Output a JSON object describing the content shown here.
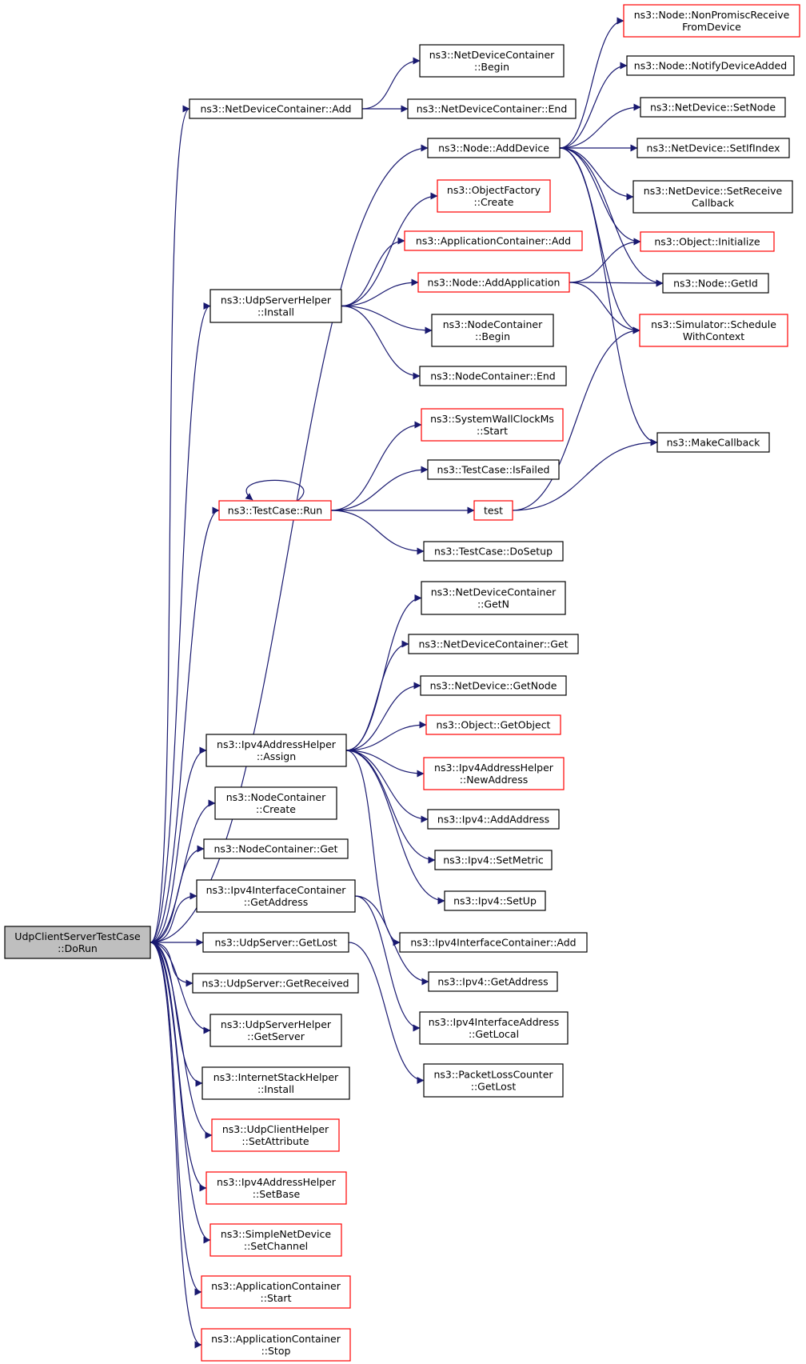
{
  "colors": {
    "edge": "#191970",
    "border_plain": "#000000",
    "border_linked": "#ff0000",
    "root_fill": "#bfbfbf",
    "node_fill": "#ffffff"
  },
  "nodes": [
    {
      "id": "root",
      "lines": [
        "UdpClientServerTestCase",
        "::DoRun"
      ],
      "style": "root"
    },
    {
      "id": "ndc_add",
      "lines": [
        "ns3::NetDeviceContainer::Add"
      ],
      "style": "plain"
    },
    {
      "id": "ndc_begin",
      "lines": [
        "ns3::NetDeviceContainer",
        "::Begin"
      ],
      "style": "plain"
    },
    {
      "id": "ndc_end",
      "lines": [
        "ns3::NetDeviceContainer::End"
      ],
      "style": "plain"
    },
    {
      "id": "node_adddevice",
      "lines": [
        "ns3::Node::AddDevice"
      ],
      "style": "plain"
    },
    {
      "id": "node_nonpromisc",
      "lines": [
        "ns3::Node::NonPromiscReceive",
        "FromDevice"
      ],
      "style": "linked"
    },
    {
      "id": "node_notify",
      "lines": [
        "ns3::Node::NotifyDeviceAdded"
      ],
      "style": "plain"
    },
    {
      "id": "nd_setnode",
      "lines": [
        "ns3::NetDevice::SetNode"
      ],
      "style": "plain"
    },
    {
      "id": "nd_setifindex",
      "lines": [
        "ns3::NetDevice::SetIfIndex"
      ],
      "style": "plain"
    },
    {
      "id": "nd_setreceive",
      "lines": [
        "ns3::NetDevice::SetReceive",
        "Callback"
      ],
      "style": "plain"
    },
    {
      "id": "obj_initialize",
      "lines": [
        "ns3::Object::Initialize"
      ],
      "style": "linked"
    },
    {
      "id": "node_getid",
      "lines": [
        "ns3::Node::GetId"
      ],
      "style": "plain"
    },
    {
      "id": "sim_schedule",
      "lines": [
        "ns3::Simulator::Schedule",
        "WithContext"
      ],
      "style": "linked"
    },
    {
      "id": "objfactory_create",
      "lines": [
        "ns3::ObjectFactory",
        "::Create"
      ],
      "style": "linked"
    },
    {
      "id": "appcont_add",
      "lines": [
        "ns3::ApplicationContainer::Add"
      ],
      "style": "linked"
    },
    {
      "id": "node_addapp",
      "lines": [
        "ns3::Node::AddApplication"
      ],
      "style": "linked"
    },
    {
      "id": "udpserverhelper_install",
      "lines": [
        "ns3::UdpServerHelper",
        "::Install"
      ],
      "style": "plain"
    },
    {
      "id": "nodecont_begin",
      "lines": [
        "ns3::NodeContainer",
        "::Begin"
      ],
      "style": "plain"
    },
    {
      "id": "nodecont_end",
      "lines": [
        "ns3::NodeContainer::End"
      ],
      "style": "plain"
    },
    {
      "id": "swc_start",
      "lines": [
        "ns3::SystemWallClockMs",
        "::Start"
      ],
      "style": "linked"
    },
    {
      "id": "tc_isfailed",
      "lines": [
        "ns3::TestCase::IsFailed"
      ],
      "style": "plain"
    },
    {
      "id": "tc_run",
      "lines": [
        "ns3::TestCase::Run"
      ],
      "style": "linked"
    },
    {
      "id": "test",
      "lines": [
        "test"
      ],
      "style": "linked"
    },
    {
      "id": "makecallback",
      "lines": [
        "ns3::MakeCallback"
      ],
      "style": "plain"
    },
    {
      "id": "tc_dosetup",
      "lines": [
        "ns3::TestCase::DoSetup"
      ],
      "style": "plain"
    },
    {
      "id": "ndc_getn",
      "lines": [
        "ns3::NetDeviceContainer",
        "::GetN"
      ],
      "style": "plain"
    },
    {
      "id": "ndc_get",
      "lines": [
        "ns3::NetDeviceContainer::Get"
      ],
      "style": "plain"
    },
    {
      "id": "nd_getnode",
      "lines": [
        "ns3::NetDevice::GetNode"
      ],
      "style": "plain"
    },
    {
      "id": "obj_getobject",
      "lines": [
        "ns3::Object::GetObject"
      ],
      "style": "linked"
    },
    {
      "id": "ipv4ah_assign",
      "lines": [
        "ns3::Ipv4AddressHelper",
        "::Assign"
      ],
      "style": "plain"
    },
    {
      "id": "ipv4ah_newaddress",
      "lines": [
        "ns3::Ipv4AddressHelper",
        "::NewAddress"
      ],
      "style": "linked"
    },
    {
      "id": "ipv4_addaddress",
      "lines": [
        "ns3::Ipv4::AddAddress"
      ],
      "style": "plain"
    },
    {
      "id": "nodecont_create",
      "lines": [
        "ns3::NodeContainer",
        "::Create"
      ],
      "style": "plain"
    },
    {
      "id": "ipv4_setmetric",
      "lines": [
        "ns3::Ipv4::SetMetric"
      ],
      "style": "plain"
    },
    {
      "id": "nodecont_get",
      "lines": [
        "ns3::NodeContainer::Get"
      ],
      "style": "plain"
    },
    {
      "id": "ipv4_setup",
      "lines": [
        "ns3::Ipv4::SetUp"
      ],
      "style": "plain"
    },
    {
      "id": "ipv4ic_getaddress",
      "lines": [
        "ns3::Ipv4InterfaceContainer",
        "::GetAddress"
      ],
      "style": "plain"
    },
    {
      "id": "ipv4ic_add",
      "lines": [
        "ns3::Ipv4InterfaceContainer::Add"
      ],
      "style": "plain"
    },
    {
      "id": "udpserver_getlost",
      "lines": [
        "ns3::UdpServer::GetLost"
      ],
      "style": "plain"
    },
    {
      "id": "ipv4_getaddress",
      "lines": [
        "ns3::Ipv4::GetAddress"
      ],
      "style": "plain"
    },
    {
      "id": "udpserver_getreceived",
      "lines": [
        "ns3::UdpServer::GetReceived"
      ],
      "style": "plain"
    },
    {
      "id": "ipv4ia_getlocal",
      "lines": [
        "ns3::Ipv4InterfaceAddress",
        "::GetLocal"
      ],
      "style": "plain"
    },
    {
      "id": "udpserverhelper_getserver",
      "lines": [
        "ns3::UdpServerHelper",
        "::GetServer"
      ],
      "style": "plain"
    },
    {
      "id": "plc_getlost",
      "lines": [
        "ns3::PacketLossCounter",
        "::GetLost"
      ],
      "style": "plain"
    },
    {
      "id": "ish_install",
      "lines": [
        "ns3::InternetStackHelper",
        "::Install"
      ],
      "style": "plain"
    },
    {
      "id": "udpclienthelper_setattr",
      "lines": [
        "ns3::UdpClientHelper",
        "::SetAttribute"
      ],
      "style": "linked"
    },
    {
      "id": "ipv4ah_setbase",
      "lines": [
        "ns3::Ipv4AddressHelper",
        "::SetBase"
      ],
      "style": "linked"
    },
    {
      "id": "snd_setchannel",
      "lines": [
        "ns3::SimpleNetDevice",
        "::SetChannel"
      ],
      "style": "linked"
    },
    {
      "id": "appcont_start",
      "lines": [
        "ns3::ApplicationContainer",
        "::Start"
      ],
      "style": "linked"
    },
    {
      "id": "appcont_stop",
      "lines": [
        "ns3::ApplicationContainer",
        "::Stop"
      ],
      "style": "linked"
    }
  ],
  "edges": [
    [
      "root",
      "ndc_add"
    ],
    [
      "root",
      "node_adddevice"
    ],
    [
      "root",
      "udpserverhelper_install"
    ],
    [
      "root",
      "tc_run"
    ],
    [
      "root",
      "ipv4ah_assign"
    ],
    [
      "root",
      "nodecont_create"
    ],
    [
      "root",
      "nodecont_get"
    ],
    [
      "root",
      "ipv4ic_getaddress"
    ],
    [
      "root",
      "udpserver_getlost"
    ],
    [
      "root",
      "udpserver_getreceived"
    ],
    [
      "root",
      "udpserverhelper_getserver"
    ],
    [
      "root",
      "ish_install"
    ],
    [
      "root",
      "udpclienthelper_setattr"
    ],
    [
      "root",
      "ipv4ah_setbase"
    ],
    [
      "root",
      "snd_setchannel"
    ],
    [
      "root",
      "appcont_start"
    ],
    [
      "root",
      "appcont_stop"
    ],
    [
      "ndc_add",
      "ndc_begin"
    ],
    [
      "ndc_add",
      "ndc_end"
    ],
    [
      "node_adddevice",
      "node_nonpromisc"
    ],
    [
      "node_adddevice",
      "node_notify"
    ],
    [
      "node_adddevice",
      "nd_setnode"
    ],
    [
      "node_adddevice",
      "nd_setifindex"
    ],
    [
      "node_adddevice",
      "nd_setreceive"
    ],
    [
      "node_adddevice",
      "obj_initialize"
    ],
    [
      "node_adddevice",
      "node_getid"
    ],
    [
      "node_adddevice",
      "sim_schedule"
    ],
    [
      "node_adddevice",
      "makecallback"
    ],
    [
      "udpserverhelper_install",
      "objfactory_create"
    ],
    [
      "udpserverhelper_install",
      "appcont_add"
    ],
    [
      "udpserverhelper_install",
      "node_addapp"
    ],
    [
      "udpserverhelper_install",
      "nodecont_begin"
    ],
    [
      "udpserverhelper_install",
      "nodecont_end"
    ],
    [
      "node_addapp",
      "obj_initialize"
    ],
    [
      "node_addapp",
      "node_getid"
    ],
    [
      "node_addapp",
      "sim_schedule"
    ],
    [
      "tc_run",
      "swc_start"
    ],
    [
      "tc_run",
      "tc_isfailed"
    ],
    [
      "tc_run",
      "test"
    ],
    [
      "tc_run",
      "tc_dosetup"
    ],
    [
      "tc_run",
      "tc_run"
    ],
    [
      "test",
      "sim_schedule"
    ],
    [
      "test",
      "makecallback"
    ],
    [
      "ipv4ah_assign",
      "ndc_getn"
    ],
    [
      "ipv4ah_assign",
      "ndc_get"
    ],
    [
      "ipv4ah_assign",
      "nd_getnode"
    ],
    [
      "ipv4ah_assign",
      "obj_getobject"
    ],
    [
      "ipv4ah_assign",
      "ipv4ah_newaddress"
    ],
    [
      "ipv4ah_assign",
      "ipv4_addaddress"
    ],
    [
      "ipv4ah_assign",
      "ipv4_setmetric"
    ],
    [
      "ipv4ah_assign",
      "ipv4_setup"
    ],
    [
      "ipv4ah_assign",
      "ipv4ic_add"
    ],
    [
      "ipv4ic_getaddress",
      "ipv4_getaddress"
    ],
    [
      "ipv4ic_getaddress",
      "ipv4ia_getlocal"
    ],
    [
      "udpserver_getlost",
      "plc_getlost"
    ]
  ]
}
